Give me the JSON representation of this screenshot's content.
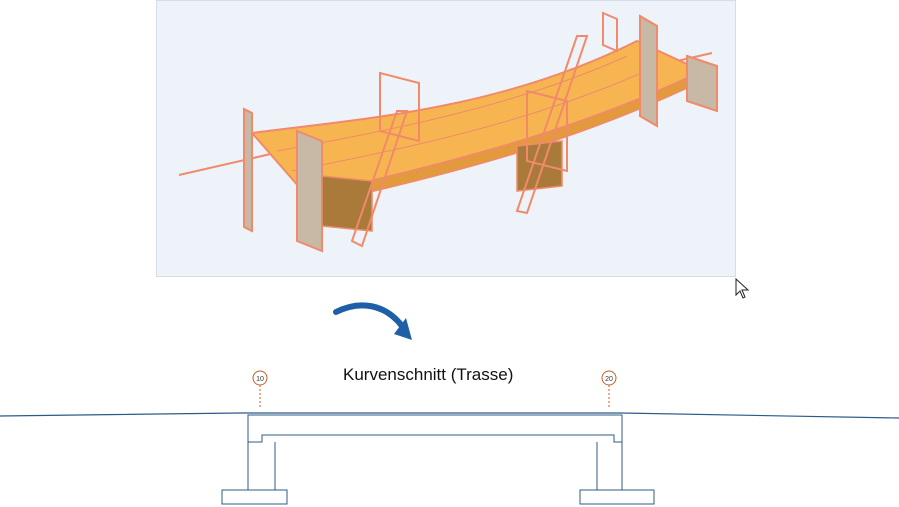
{
  "colors": {
    "deck": "#f7b552",
    "edge": "#f08a6a",
    "wall": "#c8b8a6",
    "viewport_bg": "#eef2f9",
    "arrow": "#1f5fa8",
    "line": "#2c5b86"
  },
  "icons": {
    "cursor": "mouse-pointer-icon",
    "arrow": "curved-arrow-icon"
  },
  "section": {
    "title": "Kurvenschnitt (Trasse)",
    "axis_left": "10",
    "axis_right": "20"
  }
}
